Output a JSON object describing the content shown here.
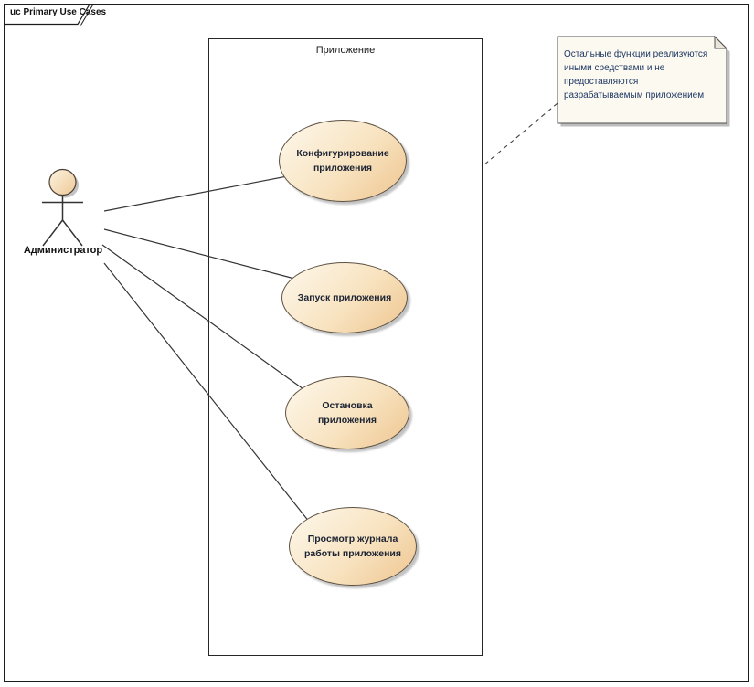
{
  "frame": {
    "label": "uc Primary Use Cases"
  },
  "boundary": {
    "title": "Приложение"
  },
  "actor": {
    "name": "Администратор"
  },
  "usecases": [
    {
      "lines": [
        "Конфигурирование",
        "приложения"
      ]
    },
    {
      "lines": [
        "Запуск приложения"
      ]
    },
    {
      "lines": [
        "Остановка",
        "приложения"
      ]
    },
    {
      "lines": [
        "Просмотр журнала",
        "работы приложения"
      ]
    }
  ],
  "note": {
    "lines": [
      "Остальные функции реализуются",
      "иными средствами и не",
      "предоставляются",
      "разрабатываемым приложением"
    ]
  },
  "colors": {
    "usecase_fill_light": "#fdf8ec",
    "usecase_fill_dark": "#eec590",
    "usecase_border": "#5d5142",
    "usecase_text": "#1c2333",
    "note_fill": "#fbf9f0",
    "note_text": "#1f3864",
    "shadow": "#c2c2c2",
    "line": "#343434",
    "frame_border": "#1c1c1c"
  }
}
